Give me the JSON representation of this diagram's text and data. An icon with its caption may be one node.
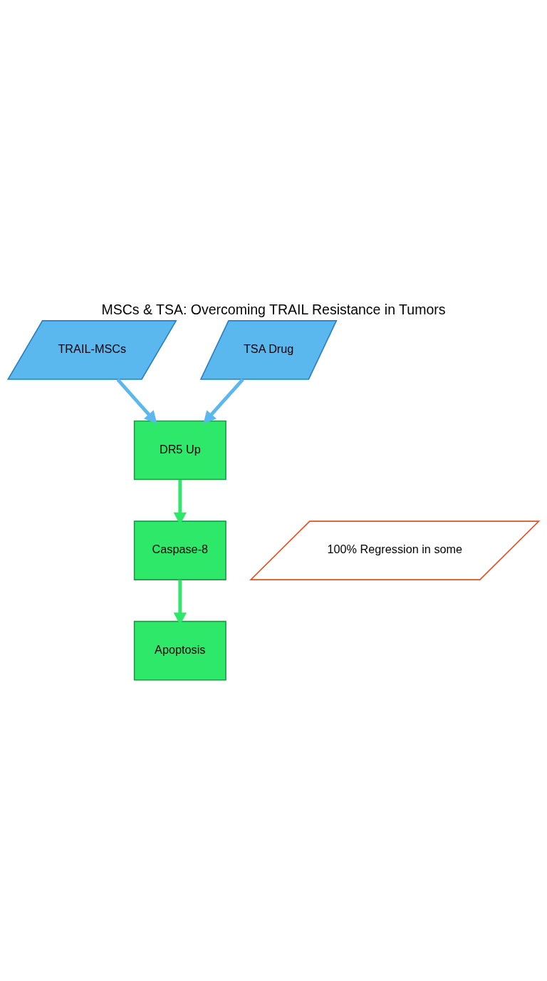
{
  "diagram": {
    "title": "MSCs & TSA: Overcoming TRAIL Resistance in Tumors",
    "nodes": [
      {
        "text": [
          "TRAIL-MSCs"
        ]
      },
      {
        "text": [
          "TSA Drug"
        ]
      },
      {
        "text": [
          "DR5 Up"
        ]
      },
      {
        "text": [
          "Caspase-8"
        ]
      },
      {
        "text": [
          "Apoptosis"
        ]
      },
      {
        "text": [
          "100% Regression in some"
        ]
      }
    ],
    "edges": [
      {
        "from": 0,
        "to": 2,
        "arrow": "to",
        "color": "#5bb8ee"
      },
      {
        "from": 1,
        "to": 2,
        "arrow": "to",
        "color": "#5bb8ee"
      },
      {
        "from": 2,
        "to": 3,
        "arrow": "to",
        "color": "#2ee86a"
      },
      {
        "from": 3,
        "to": 4,
        "arrow": "to",
        "color": "#2ee86a"
      }
    ]
  }
}
